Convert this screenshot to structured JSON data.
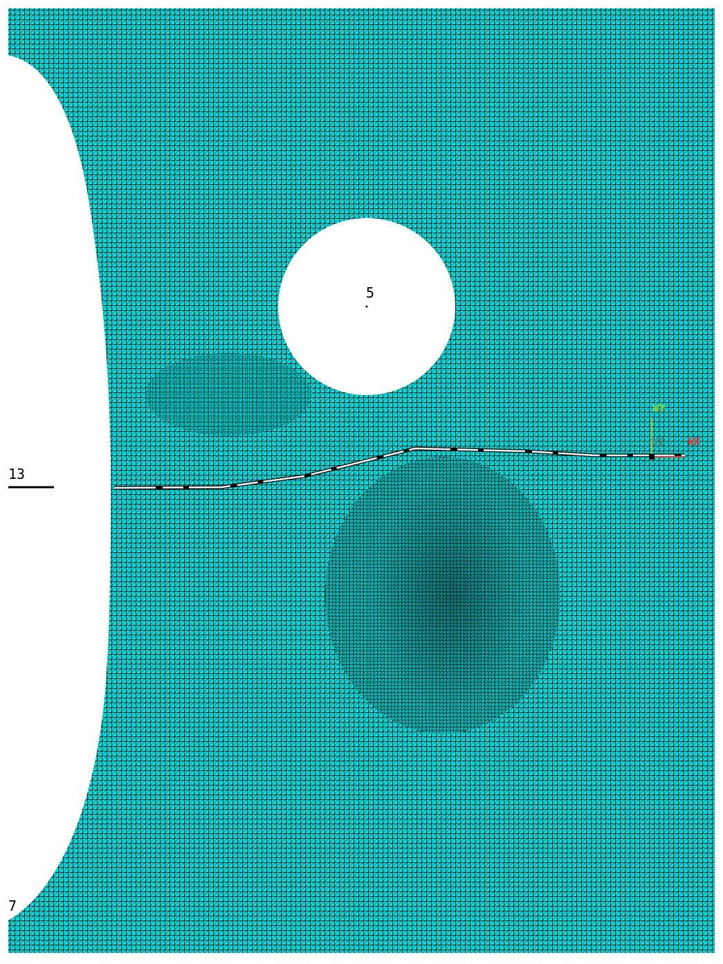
{
  "viewport": {
    "background": "#ffffff",
    "mesh_fill": "#00e5e5",
    "mesh_line_color": "#000000",
    "crack_color": "#ffffff"
  },
  "labels": {
    "hole_number": "5",
    "left_edge_number": "13",
    "bottom_left_number": "7"
  },
  "triad": {
    "y_label": "WY",
    "x_label": "WX",
    "origin_label": "WZ",
    "colors": {
      "y": "#9acd32",
      "x": "#ff3030",
      "origin": "#4a8c8c"
    }
  }
}
